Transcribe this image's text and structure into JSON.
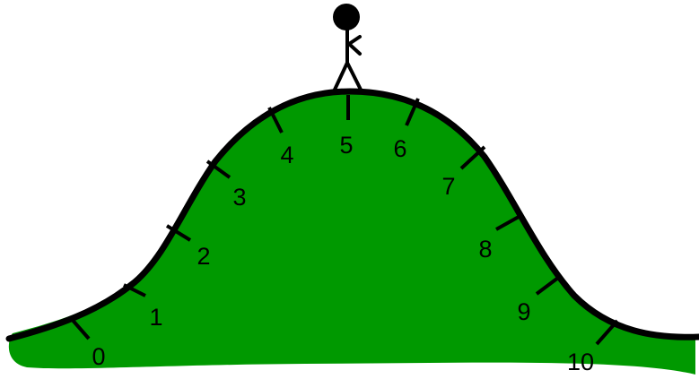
{
  "hill": {
    "fill_color": "#009900",
    "outline_color": "#000000",
    "ticks": [
      {
        "label": "0"
      },
      {
        "label": "1"
      },
      {
        "label": "2"
      },
      {
        "label": "3"
      },
      {
        "label": "4"
      },
      {
        "label": "5"
      },
      {
        "label": "6"
      },
      {
        "label": "7"
      },
      {
        "label": "8"
      },
      {
        "label": "9"
      },
      {
        "label": "10"
      }
    ]
  },
  "figure": {
    "name": "stick-figure",
    "color": "#000000",
    "position_on_scale": 5
  }
}
